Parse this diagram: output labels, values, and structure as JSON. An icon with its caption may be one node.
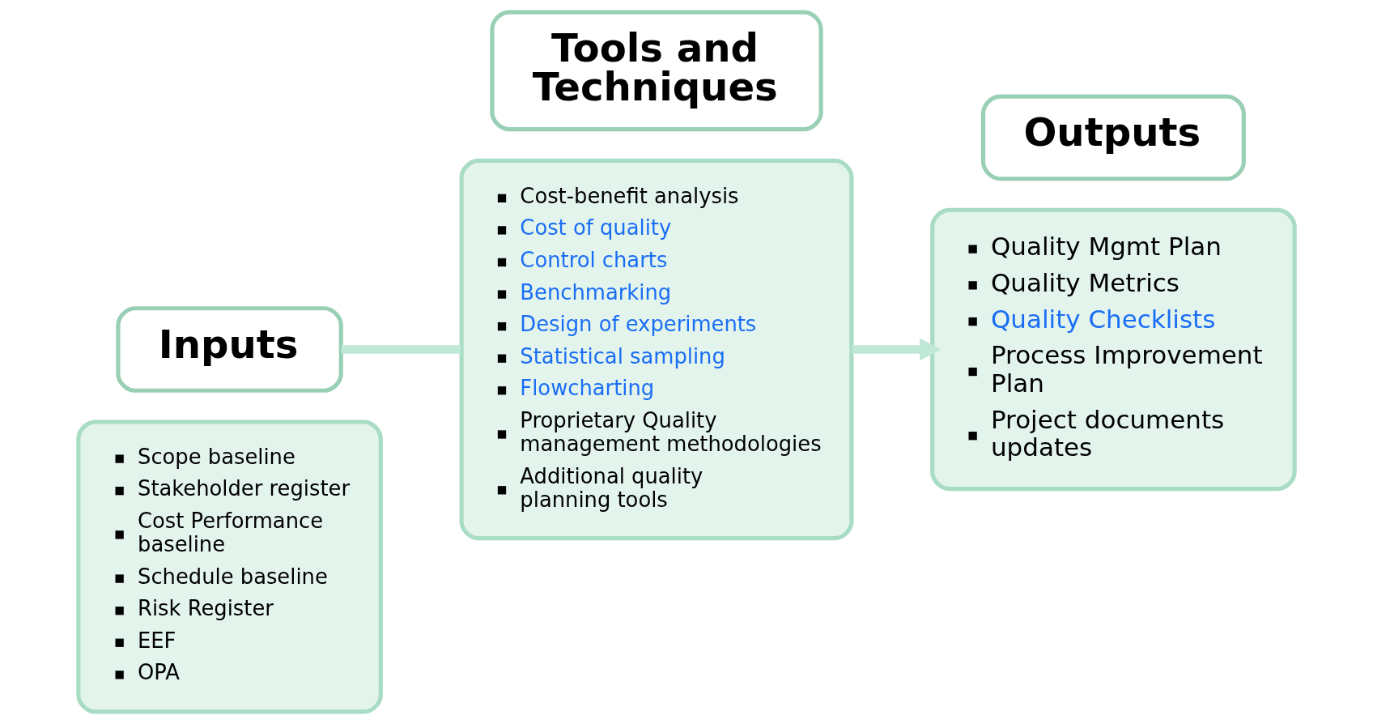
{
  "diagram": {
    "nodes": [
      {
        "text": [
          "Scope baseline",
          "Stakeholder register",
          "Cost Performance baseline",
          "Schedule baseline",
          "Risk Register",
          "EEF",
          "OPA"
        ]
      },
      {
        "text": [
          "Inputs"
        ]
      },
      {
        "text": [
          "Cost-benefit analysis",
          "Cost of quality",
          "Control charts",
          "Benchmarking",
          "Design of experiments",
          "Statistical sampling",
          "Flowcharting",
          "Proprietary Quality management methodologies",
          "Additional quality planning tools"
        ]
      },
      {
        "text": [
          "Tools and Techniques"
        ]
      },
      {
        "text": [
          "Quality Mgmt Plan",
          "Quality Metrics",
          "Quality Checklists",
          "Process Improvement Plan",
          "Project documents updates"
        ]
      },
      {
        "text": [
          "Outputs"
        ]
      }
    ],
    "edges": [
      {
        "from": 1,
        "to": 2,
        "arrow": "none"
      },
      {
        "from": 2,
        "to": 4,
        "arrow": "to"
      }
    ]
  }
}
